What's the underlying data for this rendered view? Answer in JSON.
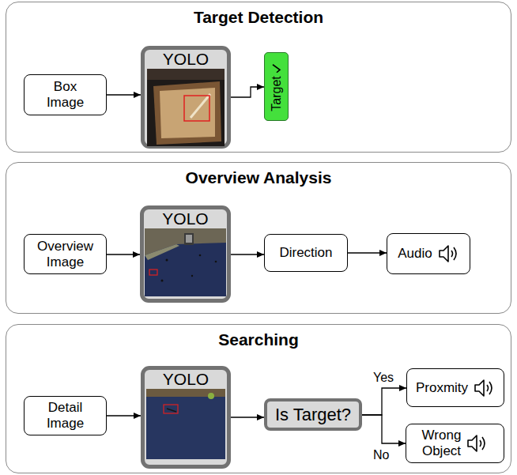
{
  "diagram": {
    "nodes": [
      {
        "text": [
          "Target Detection"
        ]
      },
      {
        "text": [
          "Box Image"
        ],
        "in": 0
      },
      {
        "text": [
          "YOLO"
        ],
        "in": 0
      },
      {
        "text": [
          "Target"
        ],
        "in": 0
      },
      {
        "text": [
          "Overview Analysis"
        ]
      },
      {
        "text": [
          "Overview Image"
        ],
        "in": 4
      },
      {
        "text": [
          "YOLO"
        ],
        "in": 4
      },
      {
        "text": [
          "Direction"
        ],
        "in": 4
      },
      {
        "text": [
          "Audio"
        ],
        "in": 4
      },
      {
        "text": [
          "Searching"
        ]
      },
      {
        "text": [
          "Detail Image"
        ],
        "in": 9
      },
      {
        "text": [
          "YOLO"
        ],
        "in": 9
      },
      {
        "text": [
          "Is Target?"
        ],
        "in": 9
      },
      {
        "text": [
          "Proxmity"
        ],
        "in": 9
      },
      {
        "text": [
          "Wrong Object"
        ],
        "in": 9
      }
    ],
    "edges": [
      {
        "from": 1,
        "to": 2,
        "arrow": "to"
      },
      {
        "from": 2,
        "to": 3,
        "arrow": "to"
      },
      {
        "from": 5,
        "to": 6,
        "arrow": "to"
      },
      {
        "from": 6,
        "to": 7,
        "arrow": "to"
      },
      {
        "from": 7,
        "to": 8,
        "arrow": "to"
      },
      {
        "from": 10,
        "to": 11,
        "arrow": "to"
      },
      {
        "from": 11,
        "to": 12,
        "arrow": "to"
      },
      {
        "from": 12,
        "to": 13,
        "label": "Yes",
        "arrow": "to"
      },
      {
        "from": 12,
        "to": 14,
        "label": "No",
        "arrow": "to"
      }
    ]
  }
}
